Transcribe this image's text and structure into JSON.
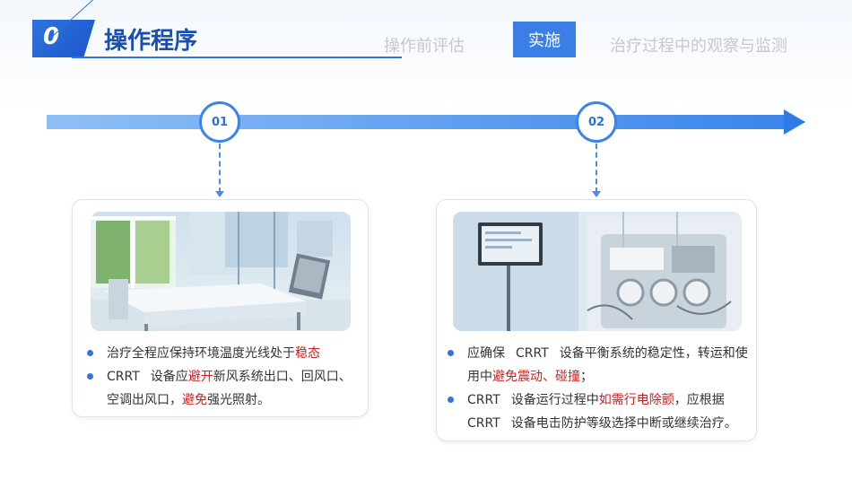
{
  "header": {
    "number": "0",
    "title": "操作程序",
    "tabs": {
      "prev": "操作前评估",
      "active": "实施",
      "next": "治疗过程中的观察与监测"
    }
  },
  "colors": {
    "accent": "#2f74e0",
    "highlight": "#d01f1f",
    "inactive_tab": "#c6c8cc"
  },
  "timeline": {
    "nodes": [
      "01",
      "02"
    ]
  },
  "cards": [
    {
      "photo": "hospital-ward-bed-image",
      "bullets": [
        {
          "before": "治疗全程应保持环境温度光线处于",
          "highlight": "稳态",
          "after": ""
        },
        {
          "lead": "CRRT",
          "before": "设备应",
          "highlight": "避开",
          "after": "新风系统出口、回风口、空调出风口，",
          "highlight2": "避免",
          "after2": "强光照射。"
        }
      ]
    },
    {
      "photo": "crrt-machine-image",
      "bullets": [
        {
          "prefix": "应确保",
          "lead": "CRRT",
          "before": "设备平衡系统的稳定性，转运和使用中",
          "highlight": "避免震动、碰撞",
          "after": "；"
        },
        {
          "lead": "CRRT",
          "before": "设备运行过程中",
          "highlight": "如需行电除颤",
          "after": "，应根据",
          "lead2": "CRRT",
          "after2": "设备电击防护等级选择中断或继续治疗。"
        }
      ]
    }
  ]
}
